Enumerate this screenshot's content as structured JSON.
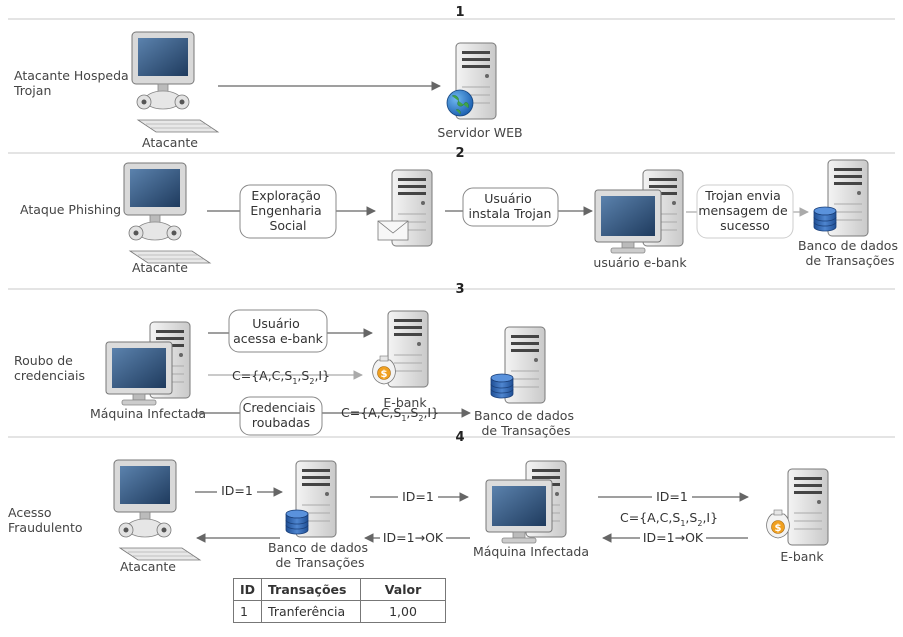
{
  "sections": [
    {
      "number": "1",
      "label_lines": [
        "Atacante Hospeda",
        "Trojan"
      ]
    },
    {
      "number": "2",
      "label_lines": [
        "Ataque  Phishing"
      ]
    },
    {
      "number": "3",
      "label_lines": [
        "Roubo de",
        "credenciais"
      ]
    },
    {
      "number": "4",
      "label_lines": [
        "Acesso",
        "Fraudulento"
      ]
    }
  ],
  "nodes": {
    "s1_attacker": "Atacante",
    "s1_server": "Servidor WEB",
    "s2_attacker": "Atacante",
    "s2_user": "usuário e-bank",
    "s2_db_lines": [
      "Banco de dados",
      "de Transações"
    ],
    "s3_machine": "Máquina Infectada",
    "s3_ebank": "E-bank",
    "s3_db_lines": [
      "Banco de dados",
      "de Transações"
    ],
    "s4_attacker": "Atacante",
    "s4_db_lines": [
      "Banco de dados",
      "de Transações"
    ],
    "s4_machine": "Máquina Infectada",
    "s4_ebank": "E-bank"
  },
  "boxes": {
    "exploracao": [
      "Exploração",
      "Engenharia",
      "Social"
    ],
    "usuario_instala": [
      "Usuário",
      "instala Trojan"
    ],
    "trojan_envia": [
      "Trojan envia",
      "mensagem de",
      "sucesso"
    ],
    "usuario_acessa": [
      "Usuário",
      "acessa e-bank"
    ],
    "credenciais": [
      "Credenciais",
      "roubadas"
    ]
  },
  "flows": {
    "c_set_prefix": "C={A,C,S",
    "c_set_mid": ",S",
    "c_set_suffix": ",I}",
    "sub1": "1",
    "sub2": "2",
    "id1": "ID=1",
    "id1_ok": "ID=1→OK"
  },
  "table": {
    "headers": [
      "ID",
      "Transações",
      "Valor"
    ],
    "rows": [
      [
        "1",
        "Tranferência",
        "1,00"
      ]
    ]
  }
}
